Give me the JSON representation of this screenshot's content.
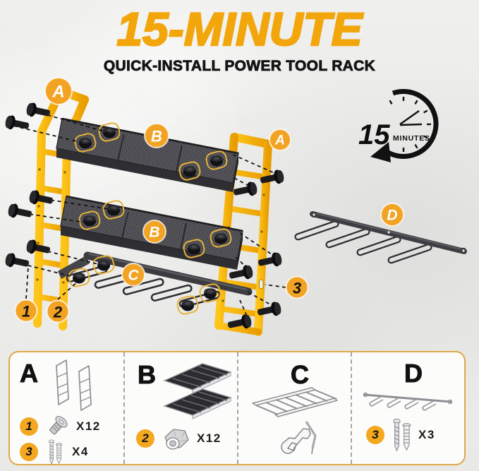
{
  "header": {
    "title": "15-MINUTE",
    "subtitle": "QUICK-INSTALL POWER TOOL RACK"
  },
  "timer": {
    "value": "15",
    "unit": "MINUTES"
  },
  "labels": {
    "a": "A",
    "b": "B",
    "c": "C",
    "d": "D",
    "n1": "1",
    "n2": "2",
    "n3": "3"
  },
  "parts": {
    "a": {
      "letter": "A",
      "row1": {
        "badge": "1",
        "qty": "X12"
      },
      "row2": {
        "badge": "3",
        "qty": "X4"
      }
    },
    "b": {
      "letter": "B",
      "row1": {
        "badge": "2",
        "qty": "X12"
      }
    },
    "c": {
      "letter": "C"
    },
    "d": {
      "letter": "D",
      "row1": {
        "badge": "3",
        "qty": "X3"
      }
    }
  },
  "icons": {
    "timer": "clock-countdown-arrow-icon",
    "part_a": "side-bracket-pair-icon",
    "part_b": "mesh-shelf-pair-icon",
    "part_c": "tool-holder-rack-icon",
    "part_d": "wall-tool-bar-icon",
    "hw_1": "bolt-icon",
    "hw_2": "hex-nut-icon",
    "hw_3": "screw-and-anchor-icon",
    "tools": "wrench-hex-key-icon"
  },
  "colors": {
    "title": "#F2A60B",
    "badge": "#F3A81F",
    "frame_gold": "#F6B30C",
    "panel_border": "#DFA94A",
    "shelf_dark": "#3b3b3f",
    "ink": "#141414"
  }
}
